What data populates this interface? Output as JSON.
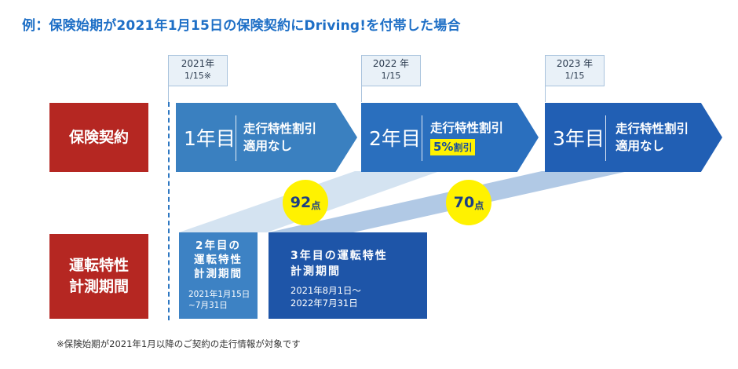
{
  "title": "例：保険始期が2021年1月15日の保険契約にDriving!を付帯した場合",
  "callouts": [
    {
      "line1": "2021年",
      "line2": "1/15※"
    },
    {
      "line1": "2022 年",
      "line2": "1/15"
    },
    {
      "line1": "2023 年",
      "line2": "1/15"
    }
  ],
  "row_labels": {
    "contract": "保険契約",
    "measurement": [
      "運転特性",
      "計測期間"
    ]
  },
  "years": [
    {
      "label": "1年目",
      "desc": [
        "走行特性割引",
        "適用なし"
      ]
    },
    {
      "label": "2年目",
      "desc": [
        "走行特性割引"
      ],
      "discount": "5%",
      "discount_suffix": "割引"
    },
    {
      "label": "3年目",
      "desc": [
        "走行特性割引",
        "適用なし"
      ]
    }
  ],
  "periods": [
    {
      "title": [
        "2年目の",
        "運転特性",
        "計測期間"
      ],
      "range": [
        "2021年1月15日",
        "~7月31日"
      ]
    },
    {
      "title": [
        "3年目の運転特性",
        "計測期間"
      ],
      "range": [
        "2021年8月1日～",
        "2022年7月31日"
      ]
    }
  ],
  "scores": [
    {
      "value": "92",
      "unit": "点"
    },
    {
      "value": "70",
      "unit": "点"
    }
  ],
  "footnote": "※保険始期が2021年1月以降のご契約の走行情報が対象です",
  "colors": {
    "title_blue": "#1e6fc6",
    "label_red": "#b52722",
    "year1": "#3a80c0",
    "year2": "#2a6fbe",
    "year3": "#215fb4",
    "period_light": "#3d82c4",
    "period_dark": "#1e55a8",
    "badge_yellow": "#fff200"
  }
}
